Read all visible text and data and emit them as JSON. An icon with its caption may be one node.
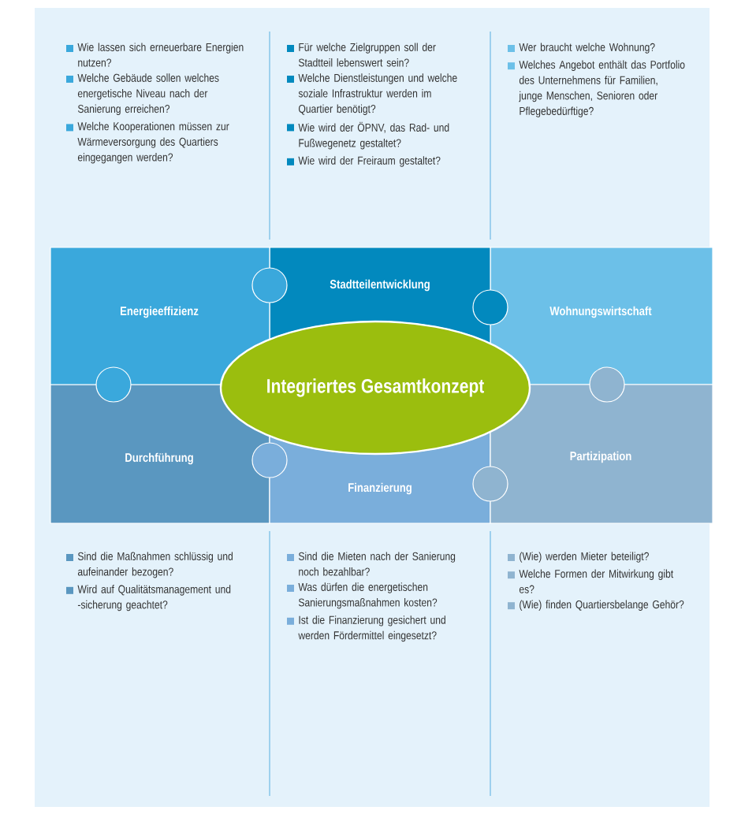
{
  "diagram": {
    "nodes": [
      {
        "text": [
          "Energieeffizienz"
        ]
      },
      {
        "text": [
          "Stadtteilentwicklung"
        ]
      },
      {
        "text": [
          "Wohnungswirtschaft"
        ]
      },
      {
        "text": [
          "Durchführung"
        ]
      },
      {
        "text": [
          "Finanzierung"
        ]
      },
      {
        "text": [
          "Partizipation"
        ]
      },
      {
        "text": [
          "Integriertes Gesamtkonzept"
        ]
      }
    ],
    "labels": [
      "Wie lassen sich erneuerbare Energien nutzen?",
      "Welche Gebäude sollen welches energetische Niveau nach der Sanierung erreichen?",
      "Welche Kooperationen müssen zur Wärmeversorgung des Quartiers eingegangen werden?",
      "Für welche Zielgruppen soll der Stadtteil lebenswert sein?",
      "Welche Dienstleistungen und welche soziale Infrastruktur werden im Quartier benötigt?",
      "Wie wird der ÖPNV, das Rad- und Fußwegenetz gestaltet?",
      "Wie wird der Freiraum gestaltet?",
      "Wer braucht welche Wohnung?",
      "Welches Angebot enthält das Portfolio des Unternehmens für Familien, junge Menschen, Senioren oder Pflegebedürftige?",
      "Sind die Maßnahmen schlüssig und aufeinander bezogen?",
      "Wird auf Qualitätsmanagement und -sicherung geachtet?",
      "Sind die Mieten nach der Sanierung noch bezahlbar?",
      "Was dürfen die energetischen Sanierungsmaßnahmen kosten?",
      "Ist die Finanzierung gesichert und werden Fördermittel eingesetzt?",
      "(Wie) werden Mieter beteiligt?",
      "Welche Formen der Mitwirkung gibt es?",
      "(Wie) finden Quartiersbelange Gehör?"
    ]
  }
}
